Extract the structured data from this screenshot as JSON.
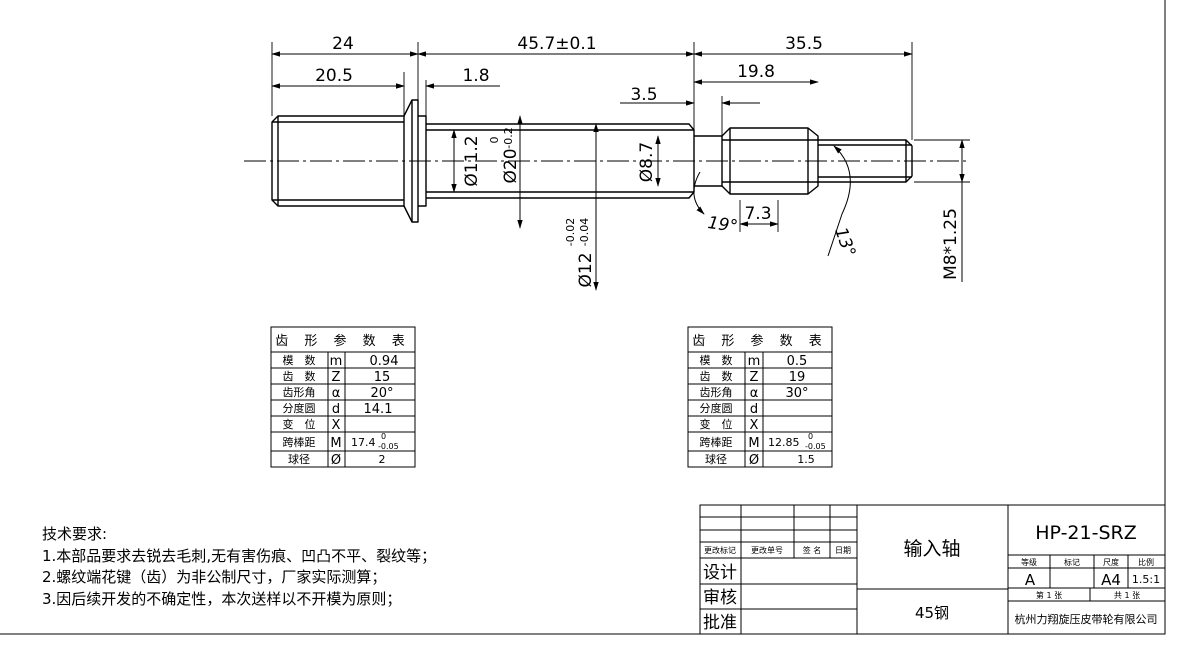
{
  "dimensions": {
    "d24": "24",
    "d205": "20.5",
    "d457": "45.7±0.1",
    "d18": "1.8",
    "d355": "35.5",
    "d198": "19.8",
    "d35": "3.5",
    "d112": "Ø11.2",
    "d20": "Ø20",
    "d20_up": "0",
    "d20_lo": "-0.2",
    "d87": "Ø8.7",
    "d12": "Ø12",
    "d12_up": "-0.02",
    "d12_lo": "-0.04",
    "d73": "7.3",
    "a19": "19°",
    "a13": "13°",
    "m8": "M8*1.25"
  },
  "gear_table_left": {
    "title": "齿 形 参 数 表",
    "rows": [
      {
        "label": "模　数",
        "sym": "m",
        "val": "0.94"
      },
      {
        "label": "齿　数",
        "sym": "Z",
        "val": "15"
      },
      {
        "label": "齿形角",
        "sym": "α",
        "val": "20°"
      },
      {
        "label": "分度圆",
        "sym": "d",
        "val": "14.1"
      },
      {
        "label": "变　位",
        "sym": "X",
        "val": ""
      },
      {
        "label": "跨棒距",
        "sym": "M",
        "val": "17.4",
        "tol_up": "0",
        "tol_lo": "-0.05"
      },
      {
        "label": "球径",
        "sym": "Ø",
        "val": "2"
      }
    ]
  },
  "gear_table_right": {
    "title": "齿 形 参 数 表",
    "rows": [
      {
        "label": "模　数",
        "sym": "m",
        "val": "0.5"
      },
      {
        "label": "齿　数",
        "sym": "Z",
        "val": "19"
      },
      {
        "label": "齿形角",
        "sym": "α",
        "val": "30°"
      },
      {
        "label": "分度圆",
        "sym": "d",
        "val": ""
      },
      {
        "label": "变　位",
        "sym": "X",
        "val": ""
      },
      {
        "label": "跨棒距",
        "sym": "M",
        "val": "12.85",
        "tol_up": "0",
        "tol_lo": "-0.05"
      },
      {
        "label": "球径",
        "sym": "Ø",
        "val": "1.5"
      }
    ]
  },
  "requirements": {
    "title": "技术要求:",
    "items": [
      "1.本部品要求去锐去毛刺,无有害伤痕、凹凸不平、裂纹等；",
      "2.螺纹端花键（齿）为非公制尺寸，厂家实际测算；",
      "3.因后续开发的不确定性，本次送样以不开模为原则；"
    ]
  },
  "title_block": {
    "h_change_mark": "更改标记",
    "h_change_no": "更改单号",
    "h_sign": "签 名",
    "h_date": "日期",
    "design": "设计",
    "review": "审核",
    "approve": "批准",
    "part_name": "输入轴",
    "material": "45钢",
    "drawing_no": "HP-21-SRZ",
    "h_grade": "等级",
    "h_mark": "标记",
    "h_size": "尺度",
    "h_scale": "比例",
    "grade": "A",
    "size": "A4",
    "scale": "1.5:1",
    "sheet": "第 1 张",
    "total": "共 1 张",
    "company": "杭州力翔旋压皮带轮有限公司"
  }
}
